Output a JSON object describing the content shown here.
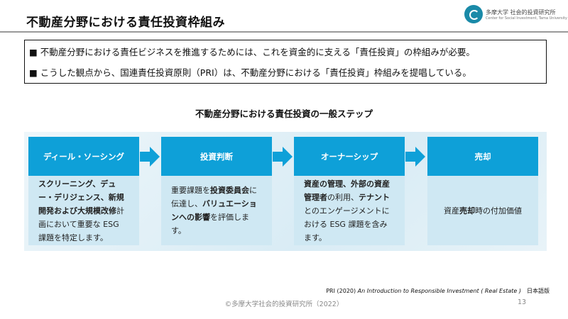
{
  "header": {
    "title": "不動産分野における責任投資枠組み",
    "logo_text": "多摩大学 社会的投資研究所",
    "logo_subtext": "Center for Social Investment, Tama University"
  },
  "bullets": [
    "■ 不動産分野における責任ビジネスを推進するためには、これを資金的に支える「責任投資」の枠組みが必要。",
    "■ こうした観点から、国連責任投資原則（PRI）は、不動産分野における「責任投資」枠組みを提唱している。"
  ],
  "diagram": {
    "title": "不動産分野における責任投資の一般ステップ",
    "steps": [
      {
        "label": "ディール・ソーシング",
        "body": [
          {
            "text": "スクリーニング、デュー・デリジェンス、新規開発および大規模改修",
            "bold": true
          },
          {
            "text": "計画において重要な ESG 課題を特定します。",
            "bold": false
          }
        ]
      },
      {
        "label": "投資判断",
        "body": [
          {
            "text": "重要課題を",
            "bold": false
          },
          {
            "text": "投資委員会",
            "bold": true
          },
          {
            "text": "に伝達し、",
            "bold": false
          },
          {
            "text": "バリュエーションへの影響",
            "bold": true
          },
          {
            "text": "を評価します。",
            "bold": false
          }
        ]
      },
      {
        "label": "オーナーシップ",
        "body": [
          {
            "text": "資産の管理、外部の資産管理者",
            "bold": true
          },
          {
            "text": "の利用、",
            "bold": false
          },
          {
            "text": "テナント",
            "bold": true
          },
          {
            "text": "とのエンゲージメントにおける ESG 課題を含みます。",
            "bold": false
          }
        ]
      },
      {
        "label": "売却",
        "body": [
          {
            "text": "資産",
            "bold": false
          },
          {
            "text": "売却",
            "bold": true
          },
          {
            "text": "時の付加価値",
            "bold": false
          }
        ]
      }
    ]
  },
  "footer": {
    "citation_prefix": "PRI (2020) ",
    "citation_title": "An Introduction to Responsible Investment ( Real Estate )",
    "citation_suffix": "　日本語版",
    "copyright": "©多摩大学社会的投資研究所（2022）",
    "page_number": "13"
  }
}
